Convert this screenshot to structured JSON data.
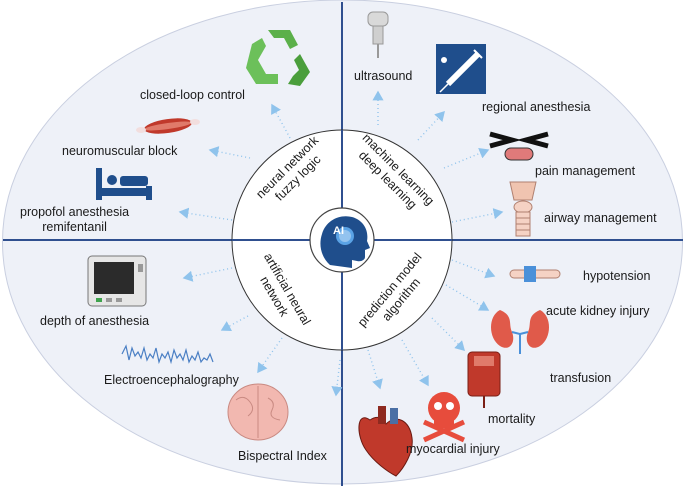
{
  "center": {
    "label": "AI"
  },
  "quadrants": {
    "top_left": [
      "neural network",
      "fuzzy logic"
    ],
    "top_right": [
      "machine learning",
      "deep learning"
    ],
    "bottom_left": [
      "artificial neural",
      "network"
    ],
    "bottom_right": [
      "prediction model",
      "algorithm"
    ]
  },
  "applications": {
    "closed_loop": "closed-loop control",
    "neuromuscular": "neuromuscular block",
    "propofol": [
      "propofol anesthesia",
      "remifentanil"
    ],
    "ultrasound": "ultrasound",
    "regional": "regional anesthesia",
    "pain": "pain management",
    "airway": "airway management",
    "depth": "depth of anesthesia",
    "eeg": "Electroencephalography",
    "bis": "Bispectral Index",
    "hypotension": "hypotension",
    "aki": "acute kidney injury",
    "transfusion": "transfusion",
    "mortality": "mortality",
    "myocardial": "myocardial injury"
  },
  "colors": {
    "ellipse_fill": "#eef1f8",
    "divider": "#2f4f8f",
    "arrow": "#8fc3ec",
    "center_fill": "#1f4e8c"
  }
}
